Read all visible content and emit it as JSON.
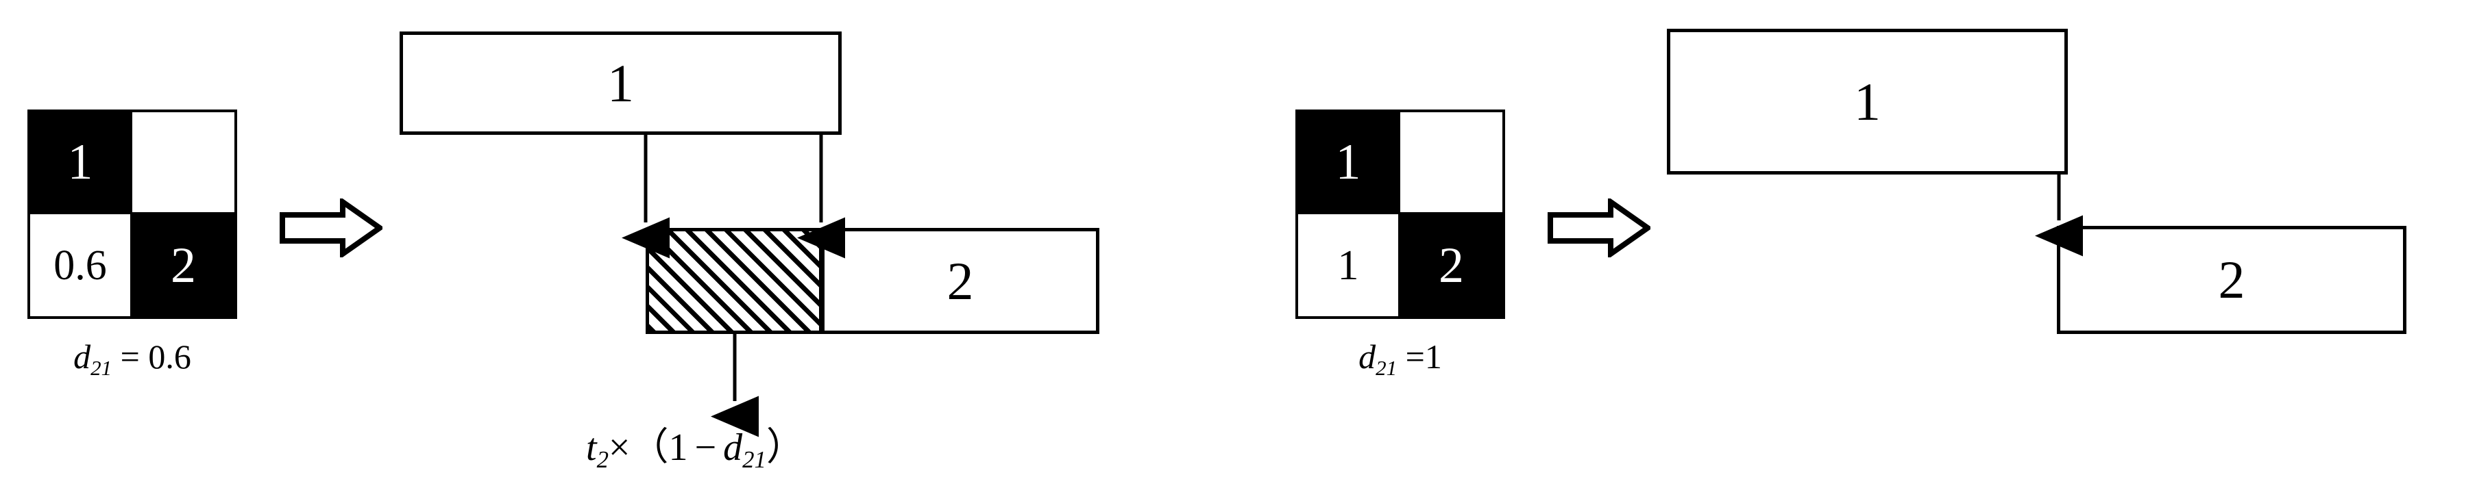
{
  "figure": {
    "title": "",
    "panels": [
      {
        "id": "left-panel",
        "matrix": {
          "name": "adjacency-matrix-left",
          "rows": [
            [
              {
                "text": "1",
                "fill": "black"
              },
              {
                "text": "",
                "fill": "white"
              }
            ],
            [
              {
                "text": "0.6",
                "fill": "white"
              },
              {
                "text": "2",
                "fill": "black"
              }
            ]
          ],
          "label": {
            "symbol": "d",
            "subscript": "21",
            "relation": "=",
            "value": "0.6"
          }
        },
        "transform_arrow": {
          "name": "block-arrow-right",
          "glyph": "hollow-right-arrow"
        },
        "schedule": {
          "bars": [
            {
              "name": "task-bar-1",
              "label": "1",
              "style": "plain"
            },
            {
              "name": "overlap-bar",
              "label": "",
              "style": "hatched"
            },
            {
              "name": "task-bar-2",
              "label": "2",
              "style": "plain"
            }
          ],
          "connectors": [
            {
              "name": "dependency-line-start",
              "from": "task-bar-1",
              "to": "overlap-bar"
            },
            {
              "name": "dependency-line-end",
              "from": "task-bar-1",
              "to": "overlap-bar"
            },
            {
              "name": "overlap-callout-line",
              "from": "overlap-bar",
              "to": "overlap-formula"
            }
          ],
          "formula": {
            "name": "overlap-formula",
            "t_symbol": "t",
            "t_subscript": "2",
            "times": "×",
            "open": "（",
            "one": "1",
            "minus": "−",
            "d_symbol": "d",
            "d_subscript": "21",
            "close": "）"
          }
        }
      },
      {
        "id": "right-panel",
        "matrix": {
          "name": "adjacency-matrix-right",
          "rows": [
            [
              {
                "text": "1",
                "fill": "black"
              },
              {
                "text": "",
                "fill": "white"
              }
            ],
            [
              {
                "text": "1",
                "fill": "white"
              },
              {
                "text": "2",
                "fill": "black"
              }
            ]
          ],
          "label": {
            "symbol": "d",
            "subscript": "21",
            "relation": "=",
            "value": "1"
          }
        },
        "transform_arrow": {
          "name": "block-arrow-right",
          "glyph": "hollow-right-arrow"
        },
        "schedule": {
          "bars": [
            {
              "name": "task-bar-1",
              "label": "1",
              "style": "plain"
            },
            {
              "name": "task-bar-2",
              "label": "2",
              "style": "plain"
            }
          ],
          "connectors": [
            {
              "name": "dependency-line-finish-to-start",
              "from": "task-bar-1",
              "to": "task-bar-2"
            }
          ]
        }
      }
    ],
    "colors": {
      "ink": "#000000",
      "paper": "#ffffff"
    }
  }
}
